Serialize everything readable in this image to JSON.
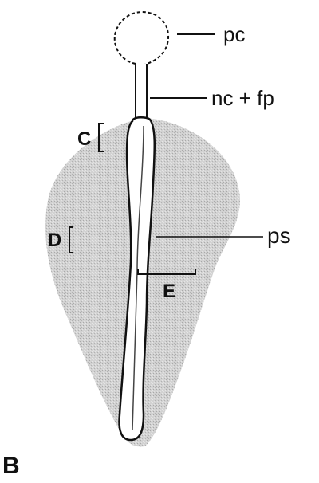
{
  "diagram": {
    "panel_label": "B",
    "labels": {
      "pc": "pc",
      "nc_fp": "nc + fp",
      "ps": "ps",
      "c": "C",
      "d": "D",
      "e": "E"
    }
  },
  "colors": {
    "stipple": "#cfcfcf",
    "stipple_dark": "#b5b5b5",
    "outline": "#111111",
    "inner_line": "#444444",
    "background": "#ffffff"
  }
}
